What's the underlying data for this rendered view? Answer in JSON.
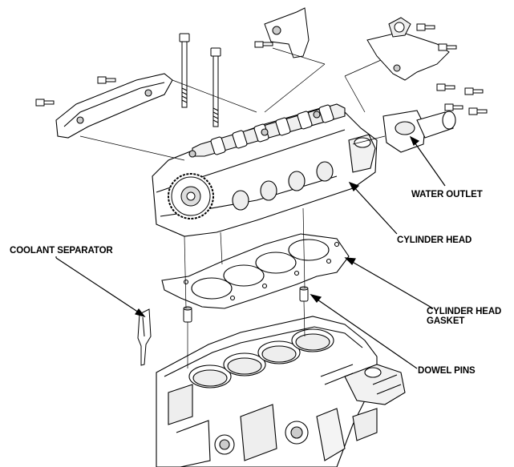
{
  "labels": {
    "water_outlet": "WATER OUTLET",
    "cylinder_head": "CYLINDER HEAD",
    "coolant_separator": "COOLANT SEPARATOR",
    "cylinder_head_gasket_line1": "CYLINDER HEAD",
    "cylinder_head_gasket_line2": "GASKET",
    "dowel_pins": "DOWEL PINS"
  },
  "colors": {
    "ink": "#000000",
    "paper": "#ffffff",
    "part_fill": "#ffffff",
    "shade": "#d8d8d8"
  }
}
